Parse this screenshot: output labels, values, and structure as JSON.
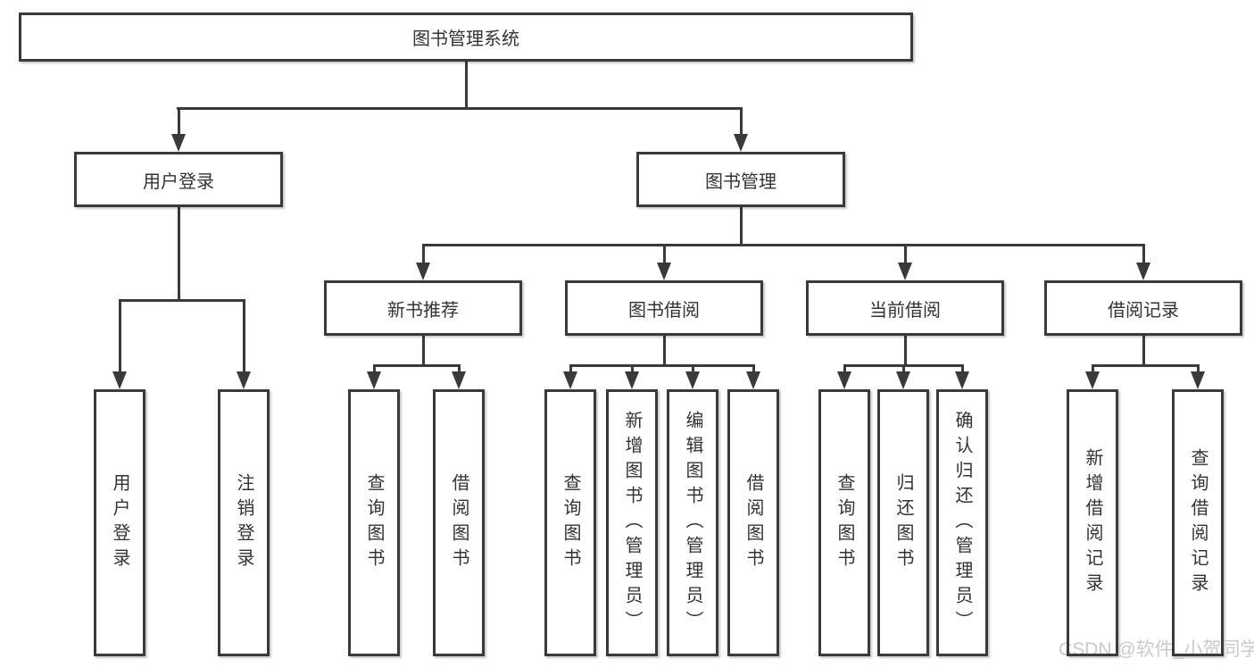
{
  "nodes": {
    "root": "图书管理系统",
    "user_login": "用户登录",
    "book_mgmt": "图书管理",
    "new_book_rec": "新书推荐",
    "book_borrow": "图书借阅",
    "current_borrow": "当前借阅",
    "borrow_records": "借阅记录",
    "ul_login": "用户登录",
    "ul_logout": "注销登录",
    "nb_query": "查询图书",
    "nb_borrow": "借阅图书",
    "bb_query": "查询图书",
    "bb_add": "新增图书（管理员）",
    "bb_edit": "编辑图书（管理员）",
    "bb_borrow": "借阅图书",
    "cb_query": "查询图书",
    "cb_return": "归还图书",
    "cb_confirm": "确认归还（管理员）",
    "br_add": "新增借阅记录",
    "br_query": "查询借阅记录"
  },
  "watermark": "CSDN @软件_小贺同学",
  "colors": {
    "line": "#3a3a3a",
    "text": "#333333",
    "watermark": "#c9cacd",
    "background": "#ffffff"
  }
}
